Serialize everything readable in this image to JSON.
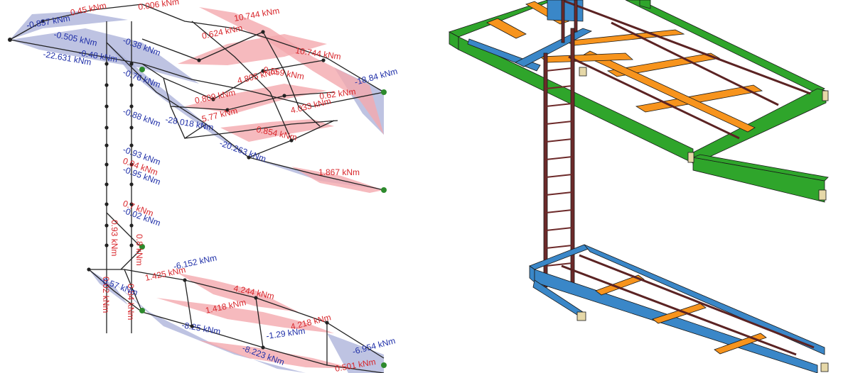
{
  "colors": {
    "background": "#ffffff",
    "moment_positive": "#d8262b",
    "moment_negative": "#1f2fa8",
    "fill_positive": "#f4a9ae",
    "fill_negative": "#a8afd8",
    "member_line": "#222222",
    "support_node": "#2d8a2d",
    "frame_green": "#2fa52b",
    "frame_orange": "#f7941d",
    "frame_blue": "#3a87c8",
    "ladder_brown": "#6d2a2a"
  },
  "diagram": {
    "labels_positive": [
      "10.744 kNm",
      "0.624 kNm",
      "10.744 kNm",
      "0.559 kNm",
      "4.805 kNm",
      "0.62 kNm",
      "0.809 kNm",
      "4.033 kNm",
      "5.77 kNm",
      "0.854 kNm",
      "1.867 kNm",
      "1.425 kNm",
      "4.244 kNm",
      "1.418 kNm",
      "4.218 kNm",
      "0.501 kNm",
      "0.94 kNm",
      "0.93 kNm",
      "0.8 kNm",
      "0.02 kNm",
      "0.84 kNm",
      "0.7 kNm",
      "0.006 kNm",
      "0.45 kNm"
    ],
    "labels_negative": [
      "-0.857 kNm",
      "-0.505 kNm",
      "-22.631 kNm",
      "-0.48 kNm",
      "-28.018 kNm",
      "-20.263 kNm",
      "-18.84 kNm",
      "-0.76 kNm",
      "-0.88 kNm",
      "-0.93 kNm",
      "-0.95 kNm",
      "-0.02 kNm",
      "-6.152 kNm",
      "-8.25 kNm",
      "-8.223 kNm",
      "-1.29 kNm",
      "-6.954 kNm",
      "-0.38 kNm",
      "-0.57 kNm"
    ]
  }
}
